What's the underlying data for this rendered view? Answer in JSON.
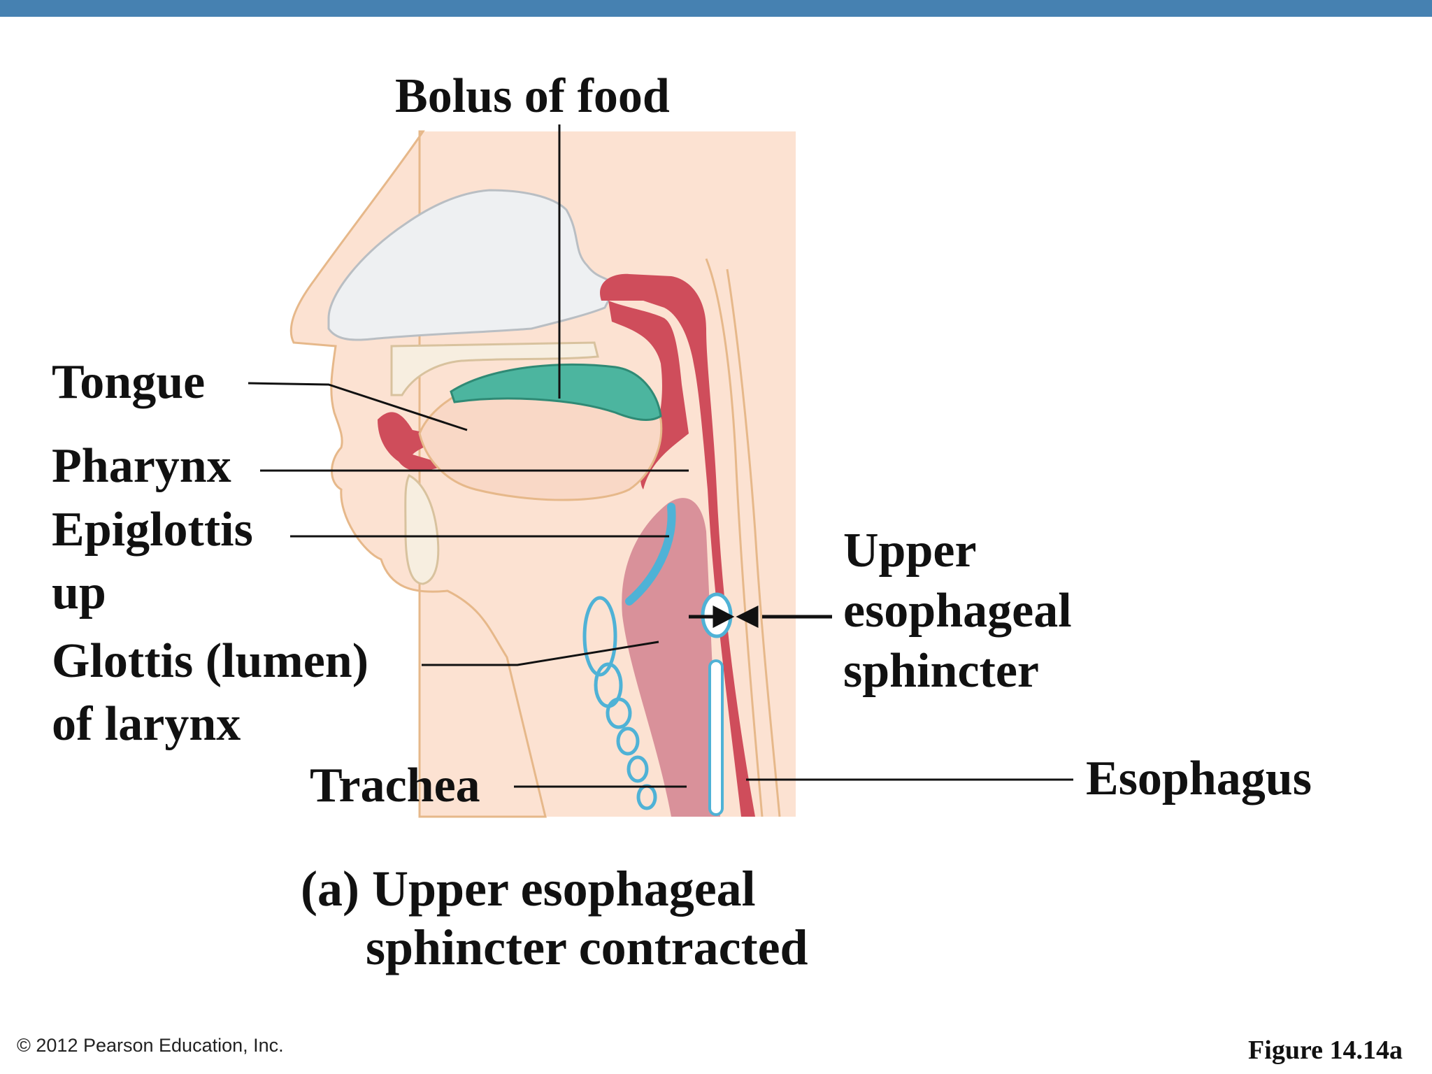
{
  "labels": {
    "bolus": "Bolus of food",
    "tongue": "Tongue",
    "pharynx": "Pharynx",
    "epiglottis_1": "Epiglottis",
    "epiglottis_2": "up",
    "glottis_1": "Glottis (lumen)",
    "glottis_2": "of larynx",
    "trachea": "Trachea",
    "upper_sphincter_1": "Upper",
    "upper_sphincter_2": "esophageal",
    "upper_sphincter_3": "sphincter",
    "esophagus": "Esophagus"
  },
  "caption": {
    "line1": "(a) Upper esophageal",
    "line2": "sphincter contracted"
  },
  "footer": {
    "copyright": "© 2012 Pearson Education, Inc.",
    "figure": "Figure 14.14a"
  },
  "colors": {
    "header_bar": "#4681b1",
    "tissue": "#fce2d2",
    "outline": "#e6b88a",
    "muscle": "#cf4d5b",
    "bolus": "#4cb59f",
    "cartilage": "#4fb2d6",
    "nasal_cavity": "#eef0f2",
    "trachea_lumen": "#d9919a"
  }
}
